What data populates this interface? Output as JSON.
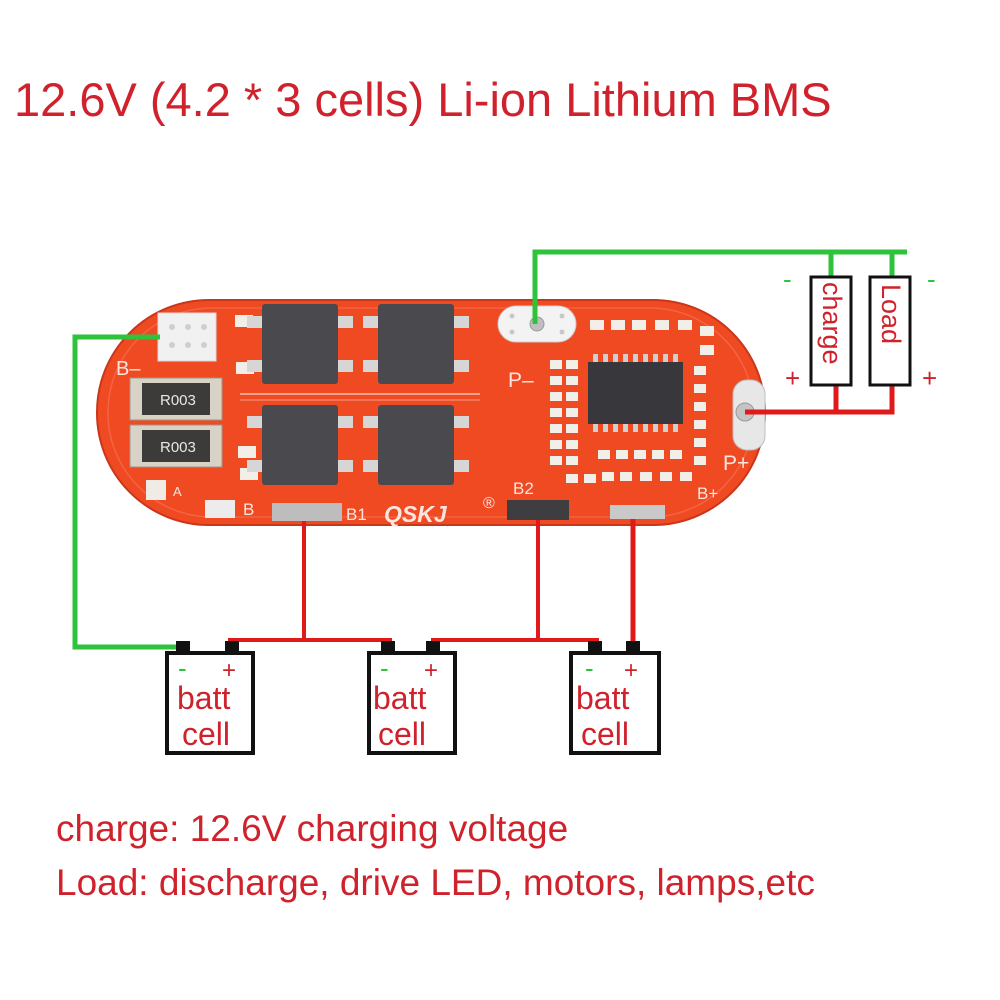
{
  "title": "12.6V (4.2 * 3 cells) Li-ion Lithium BMS",
  "board": {
    "brand": "QSKJ",
    "registered_mark": "®",
    "labels": {
      "b_minus": "B–",
      "b": "B",
      "b1": "B1",
      "b2": "B2",
      "b_plus": "B+",
      "p_minus": "P–",
      "p_plus": "P+",
      "resistor_1": "R003",
      "resistor_2": "R003"
    }
  },
  "terminals": {
    "charge": {
      "label": "charge",
      "minus": "-",
      "plus": "+"
    },
    "load": {
      "label": "Load",
      "minus": "-",
      "plus": "+"
    }
  },
  "cells": [
    {
      "line1": "batt",
      "line2": "cell",
      "minus": "-",
      "plus": "+"
    },
    {
      "line1": "batt",
      "line2": "cell",
      "minus": "-",
      "plus": "+"
    },
    {
      "line1": "batt",
      "line2": "cell",
      "minus": "-",
      "plus": "+"
    }
  ],
  "notes": {
    "charge": "charge: 12.6V charging voltage",
    "load": "Load: discharge, drive LED, motors, lamps,etc"
  },
  "colors": {
    "text_red": "#d0222c",
    "wire_green": "#2fc23b",
    "wire_red": "#e01a1a",
    "board": "#ef4a22",
    "mosfet": "#4a4a4e"
  }
}
